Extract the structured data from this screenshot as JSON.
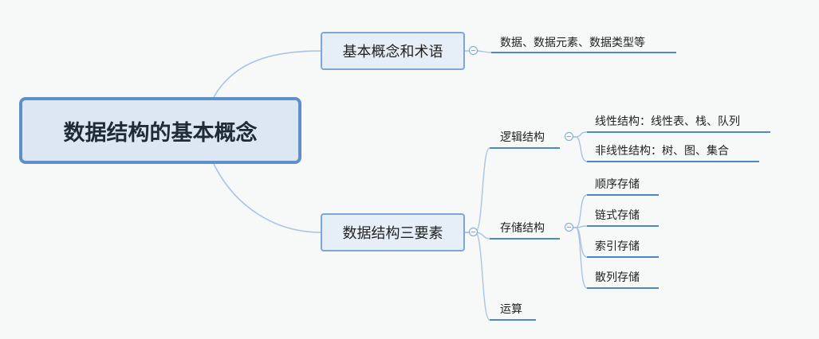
{
  "mindmap": {
    "root": "数据结构的基本概念",
    "branch_basic": {
      "label": "基本概念和术语",
      "child": "数据、数据元素、数据类型等"
    },
    "branch_elements": {
      "label": "数据结构三要素",
      "logic": {
        "label": "逻辑结构",
        "linear": "线性结构：线性表、栈、队列",
        "nonlinear": "非线性结构：树、图、集合"
      },
      "storage": {
        "label": "存储结构",
        "items": [
          "顺序存储",
          "链式存储",
          "索引存储",
          "散列存储"
        ]
      },
      "operation": "运算"
    }
  },
  "colors": {
    "root_fill": "#dce7f3",
    "root_border": "#5e8fc8",
    "main_fill": "#e6eef7",
    "main_border": "#7ea6d4",
    "link": "#a9c4e2",
    "underline": "#4f86c6"
  }
}
